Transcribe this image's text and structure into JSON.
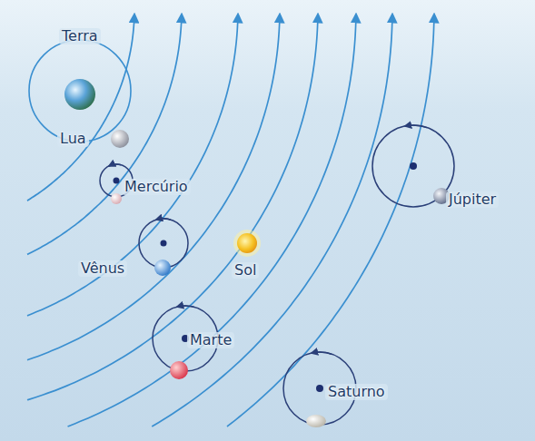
{
  "diagram": {
    "labels": [
      "Terra",
      "Lua",
      "Mercúrio",
      "Vênus",
      "Sol",
      "Marte",
      "Júpiter",
      "Saturno"
    ]
  }
}
